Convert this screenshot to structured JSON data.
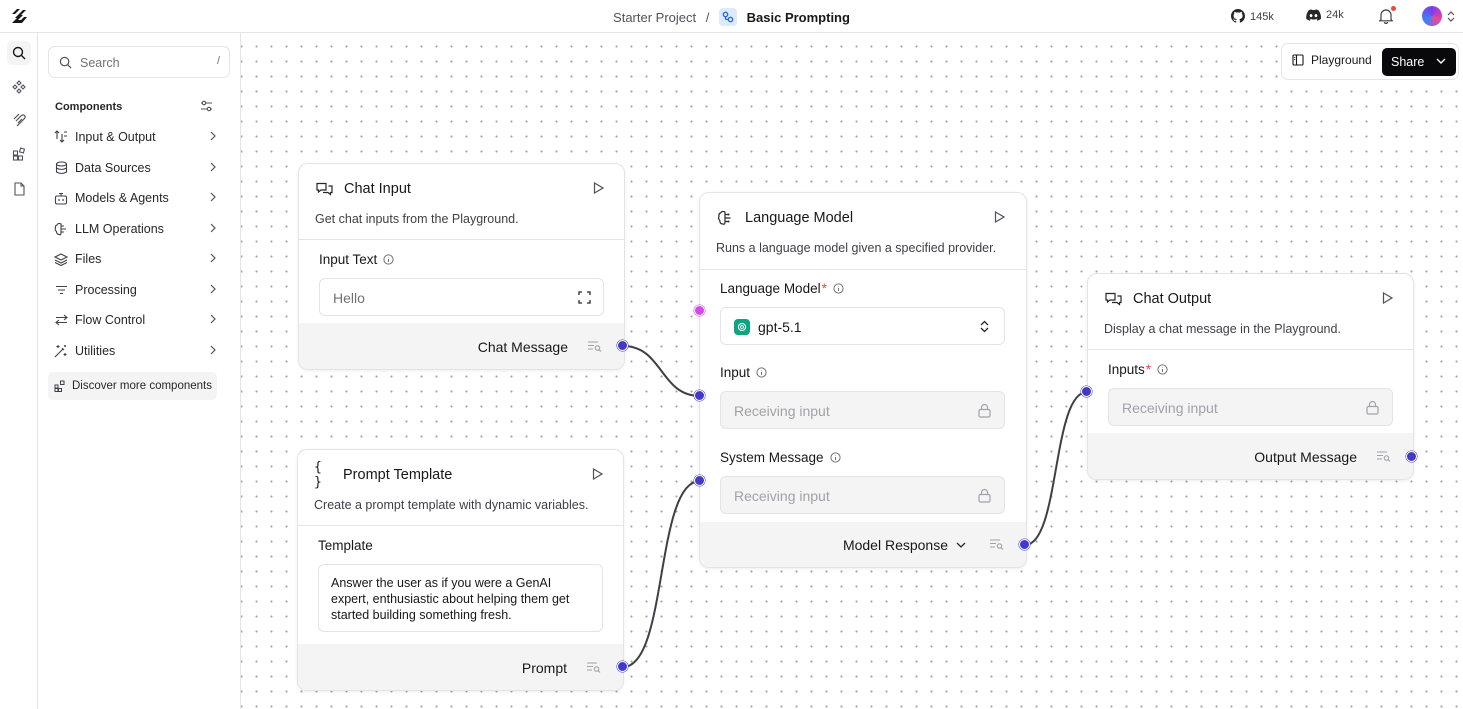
{
  "header": {
    "project": "Starter Project",
    "separator": "/",
    "flow_name": "Basic Prompting",
    "github_stars": "145k",
    "discord_members": "24k"
  },
  "sidebar": {
    "search_placeholder": "Search",
    "search_shortcut": "/",
    "components_title": "Components",
    "categories": [
      {
        "label": "Input & Output",
        "icon": "input-output-icon"
      },
      {
        "label": "Data Sources",
        "icon": "database-icon"
      },
      {
        "label": "Models & Agents",
        "icon": "bot-icon"
      },
      {
        "label": "LLM Operations",
        "icon": "brain-icon"
      },
      {
        "label": "Files",
        "icon": "layers-icon"
      },
      {
        "label": "Processing",
        "icon": "filter-lines-icon"
      },
      {
        "label": "Flow Control",
        "icon": "arrows-swap-icon"
      },
      {
        "label": "Utilities",
        "icon": "wand-icon"
      }
    ],
    "discover_label": "Discover more components"
  },
  "toolbar": {
    "playground_label": "Playground",
    "share_label": "Share"
  },
  "nodes": {
    "chat_input": {
      "title": "Chat Input",
      "description": "Get chat inputs from the Playground.",
      "field_label": "Input Text",
      "field_value": "Hello",
      "output_label": "Chat Message"
    },
    "prompt_template": {
      "title": "Prompt Template",
      "icon_glyph": "{ }",
      "description": "Create a prompt template with dynamic variables.",
      "field_label": "Template",
      "template_line1": "Answer the user as if you were a GenAI",
      "template_line2": "expert, enthusiastic about helping them get",
      "template_line3": "started building something fresh.",
      "output_label": "Prompt"
    },
    "language_model": {
      "title": "Language Model",
      "description": "Runs a language model given a specified provider.",
      "model_label": "Language Model",
      "required_mark": "*",
      "model_value": "gpt-5.1",
      "input_label": "Input",
      "input_placeholder": "Receiving input",
      "system_label": "System Message",
      "system_placeholder": "Receiving input",
      "output_label": "Model Response"
    },
    "chat_output": {
      "title": "Chat Output",
      "description": "Display a chat message in the Playground.",
      "inputs_label": "Inputs",
      "required_mark": "*",
      "inputs_placeholder": "Receiving input",
      "output_label": "Output Message"
    }
  },
  "colors": {
    "handle": "#4338ca",
    "handle_pink": "#d946ef",
    "edge": "#3f3f46",
    "share_bg": "#09090b"
  }
}
